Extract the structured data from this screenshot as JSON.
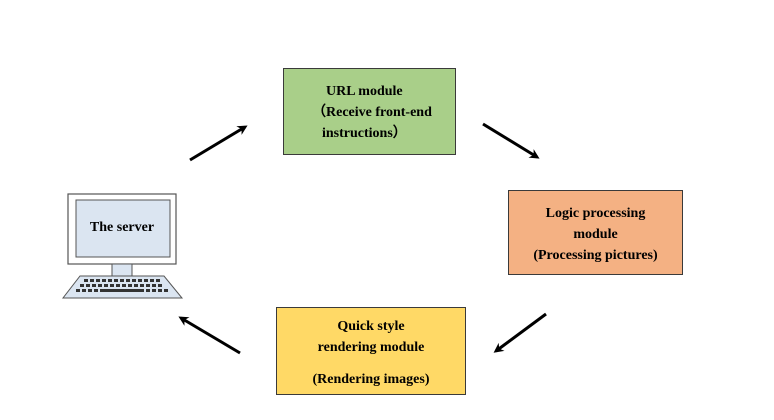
{
  "url_module": {
    "line1": "URL module",
    "line2": "（Receive front-end",
    "line3": "instructions）"
  },
  "logic_module": {
    "line1": "Logic processing",
    "line2": "module",
    "line3": "(Processing pictures)"
  },
  "quick_module": {
    "line1": "Quick style",
    "line2": "rendering module",
    "line3": "(Rendering images)"
  },
  "server": {
    "label": "The server",
    "icon": "computer-icon"
  },
  "colors": {
    "url_fill": "#a9cf89",
    "logic_fill": "#f4b183",
    "quick_fill": "#ffd966",
    "monitor_fill": "#dbe5f1",
    "arrow": "#000000"
  }
}
